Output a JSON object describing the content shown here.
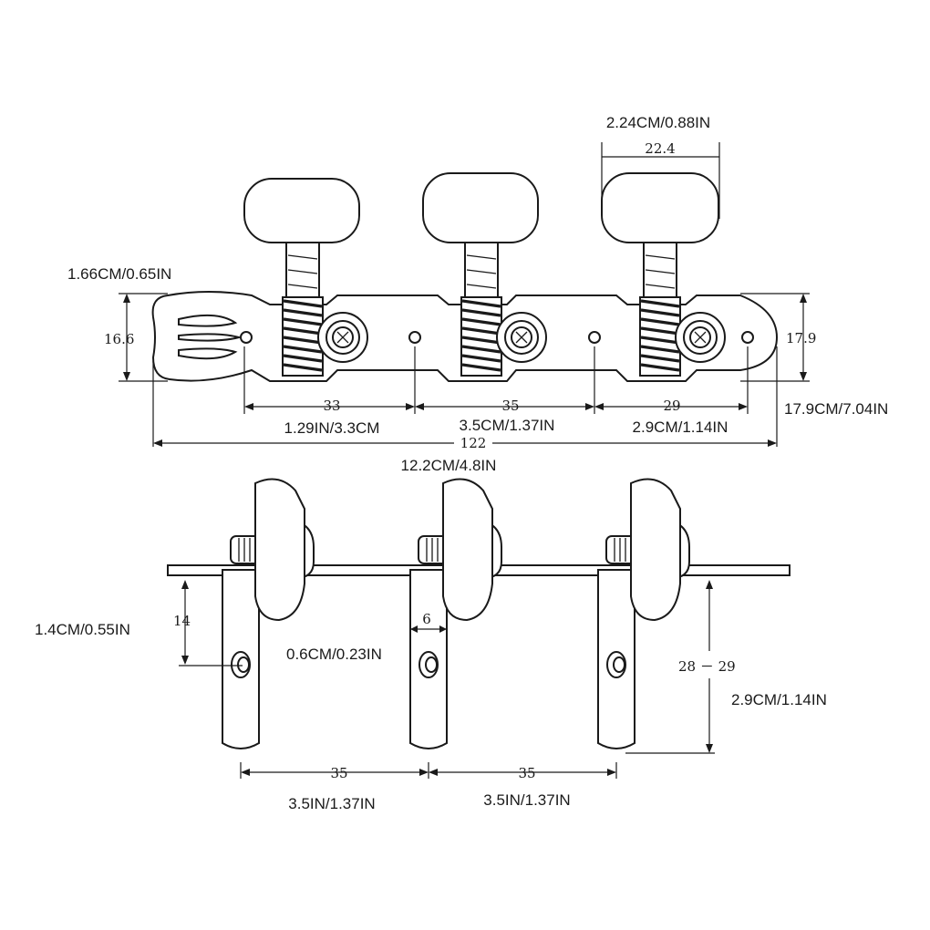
{
  "top_view": {
    "key_width": {
      "mm": "22.4",
      "label": "2.24CM/0.88IN"
    },
    "left_height": {
      "mm": "16.6",
      "label": "1.66CM/0.65IN"
    },
    "right_height": {
      "mm": "17.9",
      "label": "17.9CM/7.04IN"
    },
    "spacing_1": {
      "mm": "33",
      "label": "1.29IN/3.3CM"
    },
    "spacing_2": {
      "mm": "35",
      "label": "3.5CM/1.37IN"
    },
    "spacing_3": {
      "mm": "29",
      "label": "2.9CM/1.14IN"
    },
    "total_length": {
      "mm": "122",
      "label": "12.2CM/4.8IN"
    }
  },
  "side_view": {
    "hole_offset": {
      "mm": "14",
      "label": "1.4CM/0.55IN"
    },
    "shaft_diameter": {
      "mm": "6",
      "label": "0.6CM/0.23IN"
    },
    "shaft_length": {
      "mm": "28 － 29",
      "label": "2.9CM/1.14IN"
    },
    "spacing_1": {
      "mm": "35",
      "label": "3.5IN/1.37IN"
    },
    "spacing_2": {
      "mm": "35",
      "label": "3.5IN/1.37IN"
    }
  }
}
